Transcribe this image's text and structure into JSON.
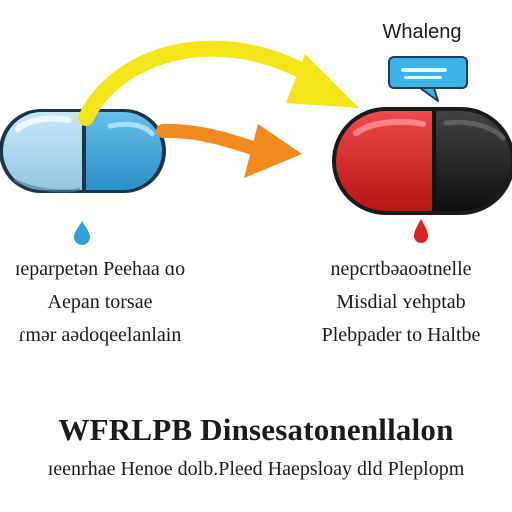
{
  "speech_bubble": {
    "title": "Whaleng"
  },
  "left_panel": {
    "lines": [
      "ɪeparpetən Peehaa ɑo",
      "Aepan  torsae",
      "ɾmər aədoqeelanlain"
    ]
  },
  "right_panel": {
    "lines": [
      "nepcrtbəaoətnelle",
      "Misdial  ʏehptab",
      "Plebpader to Haltbe"
    ]
  },
  "footer": {
    "headline": "WFRLPB Dinsesatonenllalon",
    "subline": "ɪeenrhae Henoe dolb.Pleed Haepsloay dld Pleplopm"
  },
  "colors": {
    "left_pill_light": "#a9d7ec",
    "left_pill_blue": "#3ca6d7",
    "right_pill_red": "#d82626",
    "right_pill_dark": "#1f1f1f",
    "yellow_arrow": "#f3e51a",
    "orange_arrow": "#f38a1f",
    "bubble_blue": "#3ab3e6",
    "drop_blue": "#2f9fd7",
    "drop_red": "#d72323"
  },
  "icons": {
    "left_drop": "blue-drop-icon",
    "right_drop": "red-drop-icon",
    "bubble": "speech-bubble-icon"
  }
}
